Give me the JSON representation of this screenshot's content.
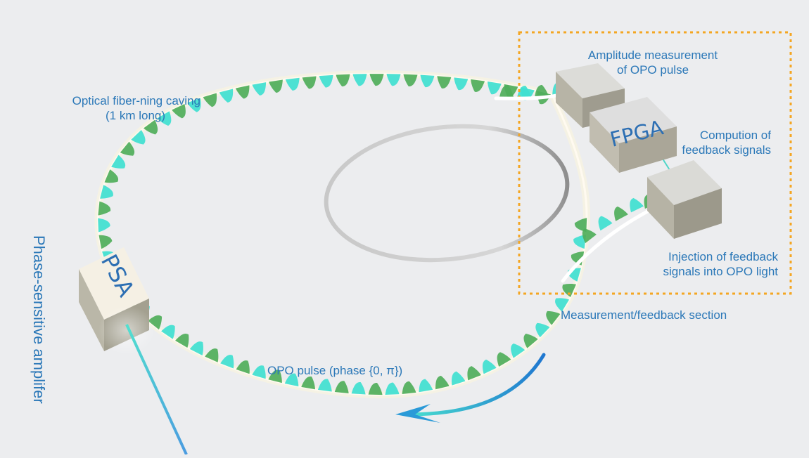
{
  "labels": {
    "fiber_cavity_line1": "Optical fiber-ning caving",
    "fiber_cavity_line2": "(1 km long)",
    "amplitude_line1": "Amplitude measurement",
    "amplitude_line2": "of OPO pulse",
    "computation_line1": "Compution of",
    "computation_line2": "feedback signals",
    "injection_line1": "Injection of feedback",
    "injection_line2": "signals into OPO light",
    "section": "Measurement/feedback section",
    "opo_pulse": "OPO pulse (phase {0, π})",
    "psa_full": "Phase-sensitive amplifer"
  },
  "boxes": {
    "psa": "PSA",
    "fpga": "FPGA"
  },
  "colors": {
    "label_blue": "#2b78b8",
    "pulse_green": "#4fae5a",
    "pulse_cyan": "#3fe0d0",
    "section_border": "#f4a623",
    "arrow_blue": "#1f77d0",
    "box_top": "#d9d9d6",
    "box_side": "#a9a699"
  }
}
